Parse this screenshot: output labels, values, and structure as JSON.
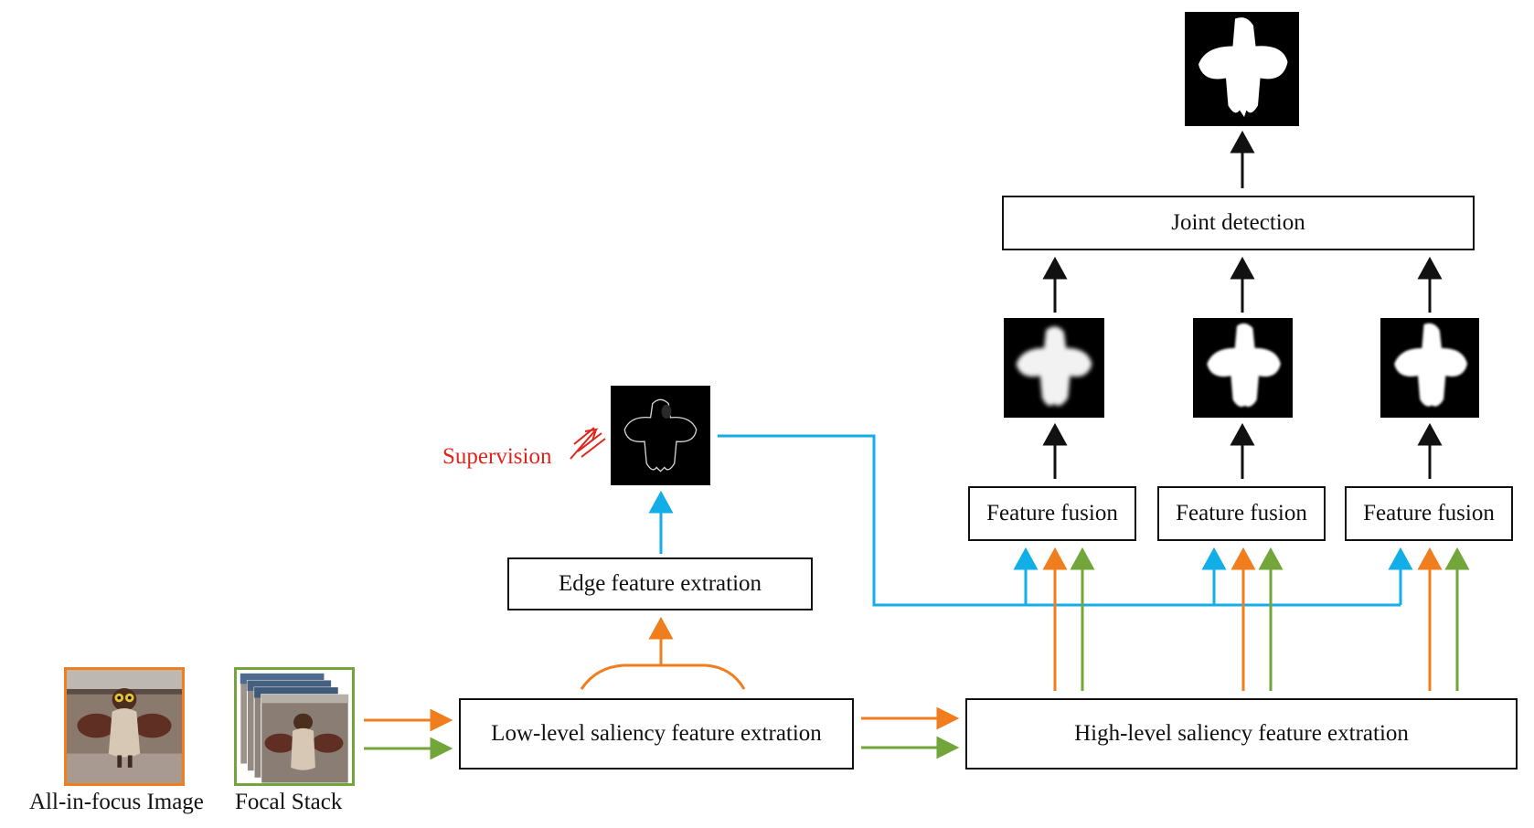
{
  "inputs": {
    "all_in_focus_label": "All-in-focus Image",
    "focal_stack_label": "Focal Stack"
  },
  "modules": {
    "low_level": "Low-level saliency feature extration",
    "high_level": "High-level saliency feature extration",
    "edge": "Edge feature extration",
    "fusion_1": "Feature fusion",
    "fusion_2": "Feature fusion",
    "fusion_3": "Feature fusion",
    "joint": "Joint detection"
  },
  "annotations": {
    "supervision": "Supervision"
  },
  "colors": {
    "rgb_stream": "#f07d1e",
    "focal_stream": "#72a53a",
    "edge_stream": "#12aee8",
    "flow": "#111111",
    "supervision": "#e0241b"
  },
  "icons": {
    "supervision_pointer": "hand-drawn-arrow-icon"
  }
}
